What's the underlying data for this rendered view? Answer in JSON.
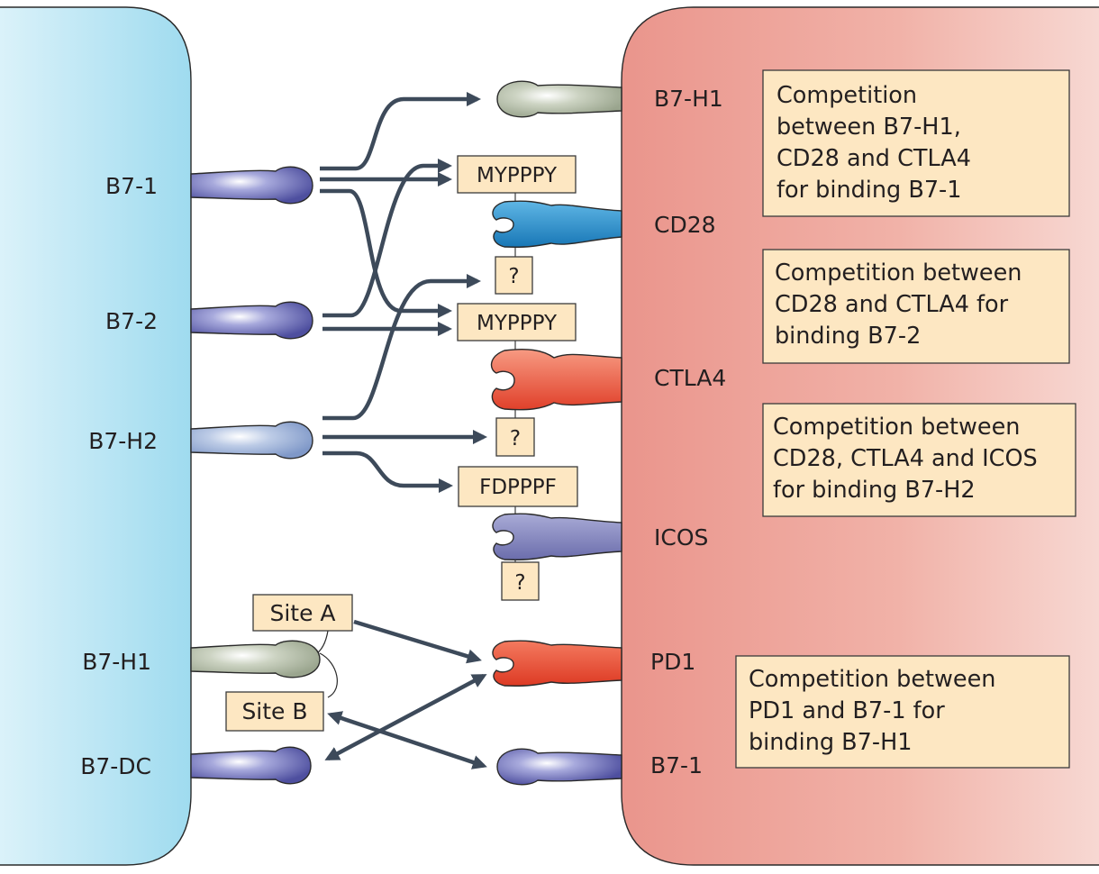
{
  "apc_ligands": [
    {
      "id": "b7-1",
      "label": "B7-1"
    },
    {
      "id": "b7-2",
      "label": "B7-2"
    },
    {
      "id": "b7-h2",
      "label": "B7-H2"
    },
    {
      "id": "b7-h1",
      "label": "B7-H1"
    },
    {
      "id": "b7-dc",
      "label": "B7-DC"
    }
  ],
  "t_cell_molecules": [
    {
      "id": "b7-h1",
      "label": "B7-H1"
    },
    {
      "id": "cd28",
      "label": "CD28"
    },
    {
      "id": "ctla4",
      "label": "CTLA4"
    },
    {
      "id": "icos",
      "label": "ICOS"
    },
    {
      "id": "pd1",
      "label": "PD1"
    },
    {
      "id": "b7-1",
      "label": "B7-1"
    }
  ],
  "motifs": {
    "cd28": "MYPPPY",
    "cd28_unknown": "?",
    "ctla4": "MYPPPY",
    "ctla4_unknown": "?",
    "icos": "FDPPPF",
    "icos_unknown": "?"
  },
  "sites": {
    "a": "Site A",
    "b": "Site B"
  },
  "competition_boxes": [
    {
      "lines": [
        "Competition",
        "between B7-H1,",
        "CD28 and CTLA4",
        "for binding B7-1"
      ]
    },
    {
      "lines": [
        "Competition between",
        "CD28 and CTLA4 for",
        "binding B7-2"
      ]
    },
    {
      "lines": [
        "Competition between",
        "CD28, CTLA4 and ICOS",
        "for binding B7-H2"
      ]
    },
    {
      "lines": [
        "Competition between",
        "PD1 and B7-1 for",
        "binding B7-H1"
      ]
    }
  ],
  "colors": {
    "apc_membrane": "#a9dff0",
    "t_cell_membrane": "#ee9d96",
    "box_fill": "#fde7c2",
    "arrow": "#3d4a5a",
    "b7_1": "#4e4f9f",
    "b7_h2": "#7f98c8",
    "b7_h1": "#9aa58e",
    "cd28": "#1f8ac9",
    "ctla4": "#eb4a35",
    "icos": "#7e7fb8",
    "pd1": "#e8422e"
  }
}
